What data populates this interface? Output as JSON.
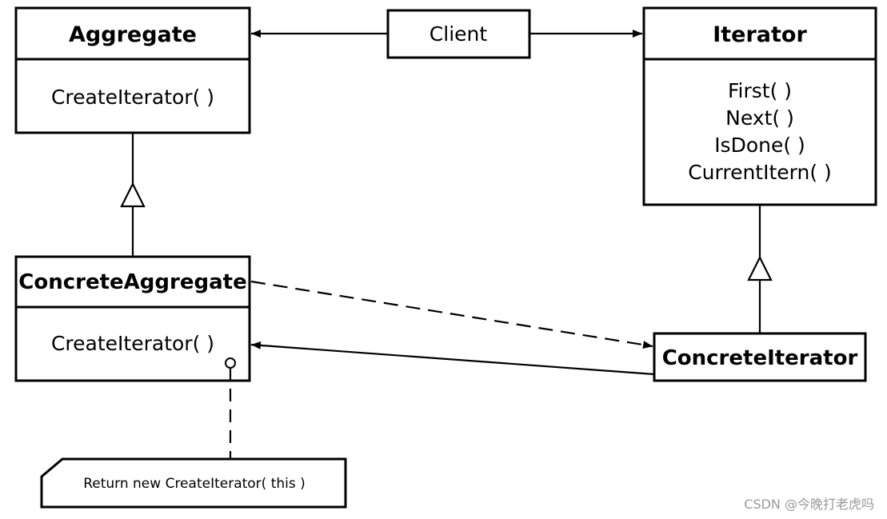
{
  "aggregate": {
    "title": "Aggregate",
    "operation": "CreateIterator( )"
  },
  "client": {
    "title": "Client"
  },
  "iterator": {
    "title": "Iterator",
    "operations": [
      "First( )",
      "Next( )",
      "IsDone( )",
      "CurrentItern( )"
    ]
  },
  "concrete_aggregate": {
    "title": "ConcreteAggregate",
    "operation": "CreateIterator( )"
  },
  "concrete_iterator": {
    "title": "ConcreteIterator"
  },
  "note": {
    "text": "Return new CreateIterator( this )"
  },
  "watermark": "CSDN @今晚打老虎吗"
}
